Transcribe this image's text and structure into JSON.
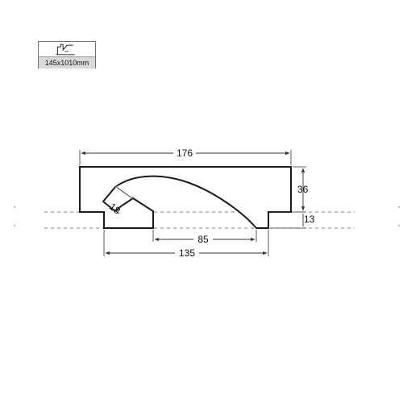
{
  "badge": {
    "icon": "profile-section-icon",
    "label": "145x1010mm"
  },
  "dimensions": {
    "overall_width": "176",
    "height_top": "36",
    "height_step": "13",
    "groove_width": "18",
    "bottom_opening": "85",
    "bottom_width": "135"
  },
  "colors": {
    "profile_stroke": "#1a1a1a",
    "dimension_line": "#333333",
    "badge_label_bg": "#d9d9d9"
  }
}
